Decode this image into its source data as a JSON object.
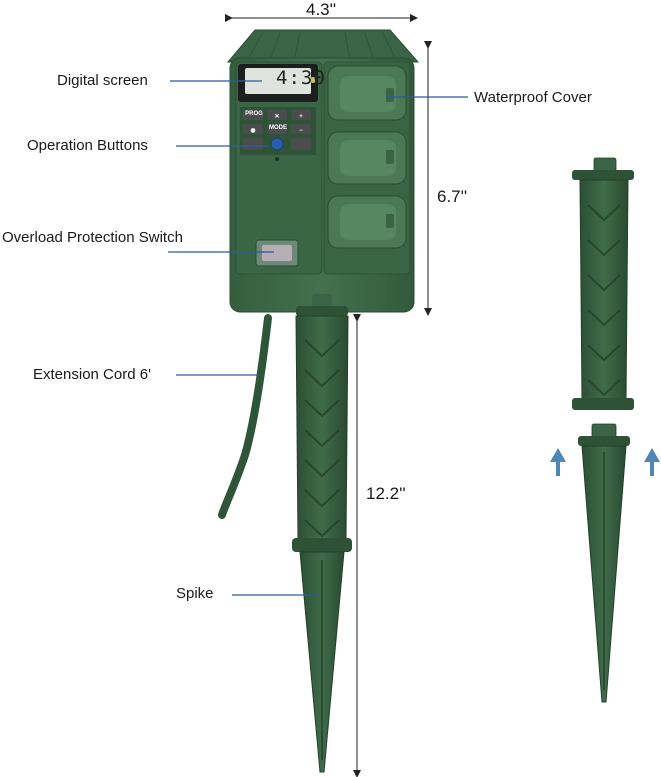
{
  "dimensions": {
    "width": "4.3''",
    "height": "6.7''",
    "spike_length": "12.2''"
  },
  "callouts": {
    "digital_screen": "Digital screen",
    "operation_buttons": "Operation Buttons",
    "overload_switch": "Overload Protection Switch",
    "extension_cord": "Extension Cord 6'",
    "spike": "Spike",
    "waterproof_cover": "Waterproof Cover"
  },
  "display": {
    "time": "4:30"
  },
  "buttons": {
    "prog": "PROG",
    "mode": "MODE"
  },
  "colors": {
    "body": "#3e6a48",
    "body_dark": "#2e5236",
    "leader": "#2a5aa0",
    "arrow": "#4f86b8"
  }
}
